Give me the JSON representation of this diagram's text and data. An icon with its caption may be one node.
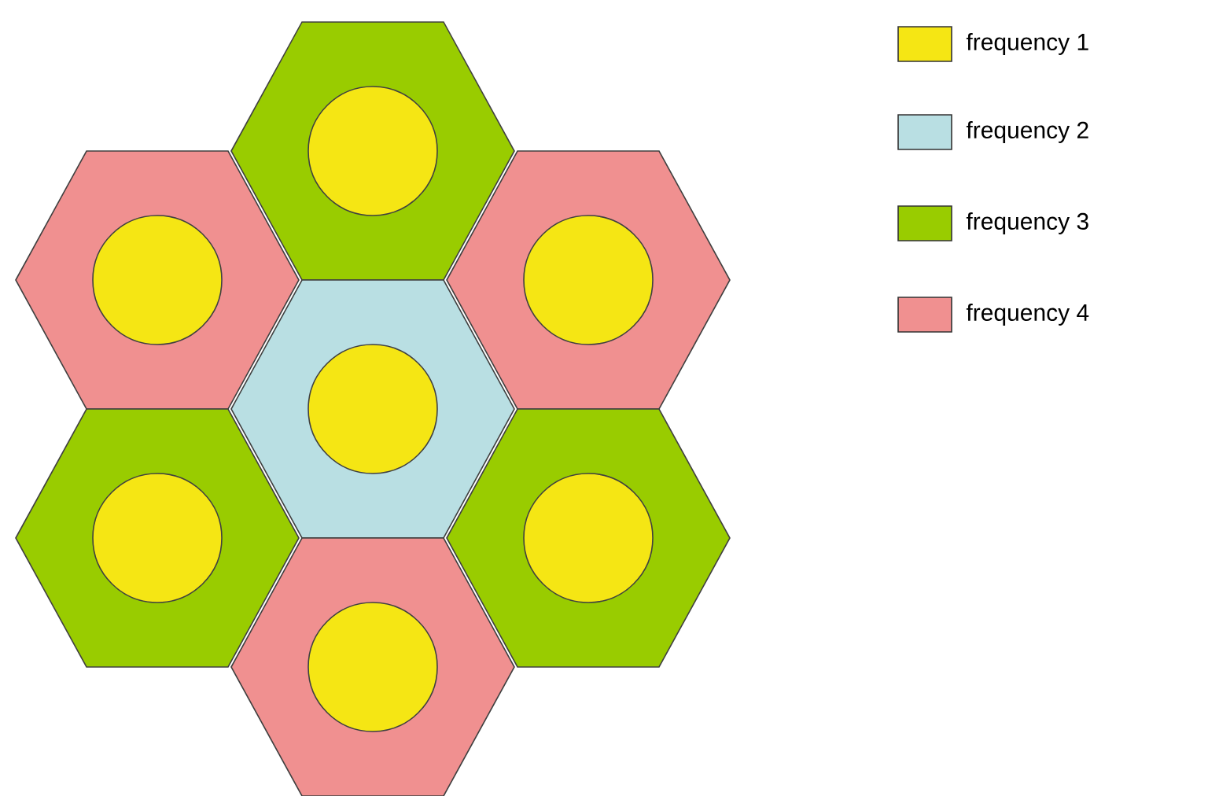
{
  "diagram": {
    "legend": [
      {
        "text": "frequency 1",
        "color": "#f5e614"
      },
      {
        "text": "frequency 2",
        "color": "#b9dfe3"
      },
      {
        "text": "frequency 3",
        "color": "#99cc00"
      },
      {
        "text": "frequency 4",
        "color": "#f09090"
      }
    ]
  }
}
